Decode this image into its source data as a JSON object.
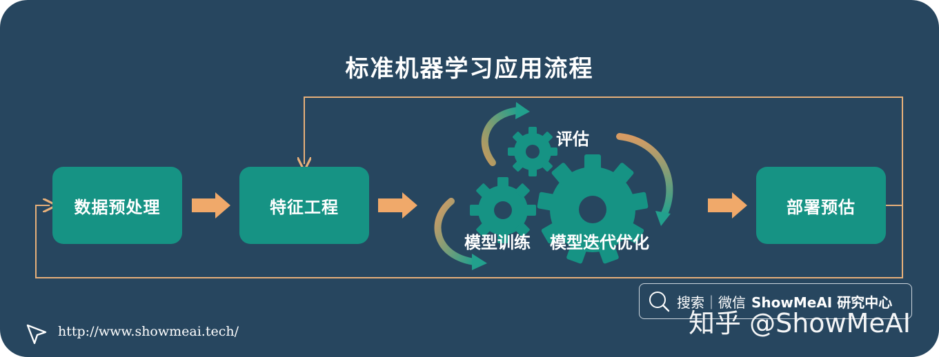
{
  "title": "标准机器学习应用流程",
  "steps": {
    "preprocess": "数据预处理",
    "feature": "特征工程",
    "deploy": "部署预估"
  },
  "gears": {
    "evaluate": "评估",
    "train": "模型训练",
    "iterate": "模型迭代优化"
  },
  "search": {
    "label": "搜索｜微信",
    "brand": "ShowMeAI 研究中心"
  },
  "watermark": "知乎 @ShowMeAI",
  "url": "http://www.showmeai.tech/",
  "icons": [
    "search-icon",
    "cursor-icon",
    "gear-icon",
    "arrow-right-icon"
  ],
  "colors": {
    "background": "#27465f",
    "box": "#169384",
    "gear": "#169384",
    "arrow": "#f0a96a",
    "loop_line": "#e8b07a"
  }
}
